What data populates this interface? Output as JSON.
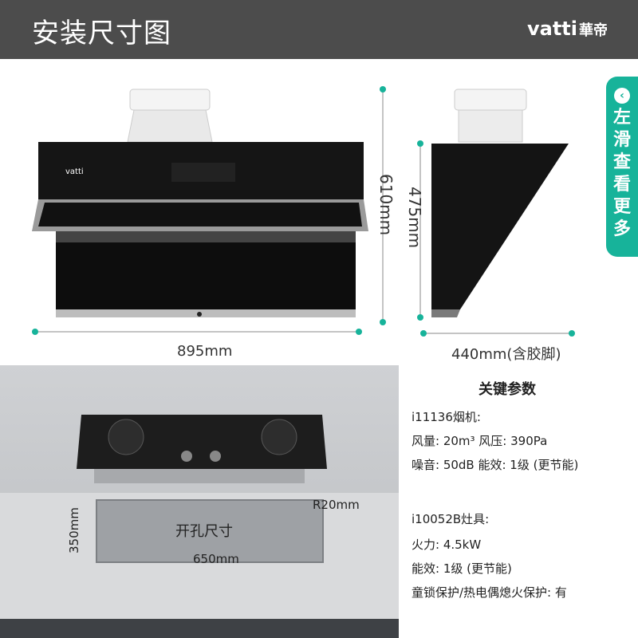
{
  "header": {
    "title": "安装尺寸图",
    "brand": "vatti",
    "brand_cn": "華帝"
  },
  "slide_tab": {
    "text": "左滑查看更多"
  },
  "dimensions": {
    "front_height": "610mm",
    "front_width": "895mm",
    "side_height": "475mm",
    "side_width": "440mm(含胶脚)"
  },
  "cutout": {
    "label": "开孔尺寸",
    "width": "650mm",
    "height": "350mm",
    "radius": "R20mm"
  },
  "params": {
    "title": "关键参数",
    "hood_model": "i11136烟机:",
    "hood_airflow": "风量: 20m³  风压: 390Pa",
    "hood_noise": "噪音: 50dB  能效: 1级 (更节能)",
    "stove_model": "i10052B灶具:",
    "stove_power": "火力: 4.5kW",
    "stove_efficiency": "能效: 1级 (更节能)",
    "stove_safety": "童锁保护/热电偶熄火保护: 有"
  },
  "colors": {
    "accent": "#17b39a",
    "header_bg": "#4c4c4c"
  }
}
